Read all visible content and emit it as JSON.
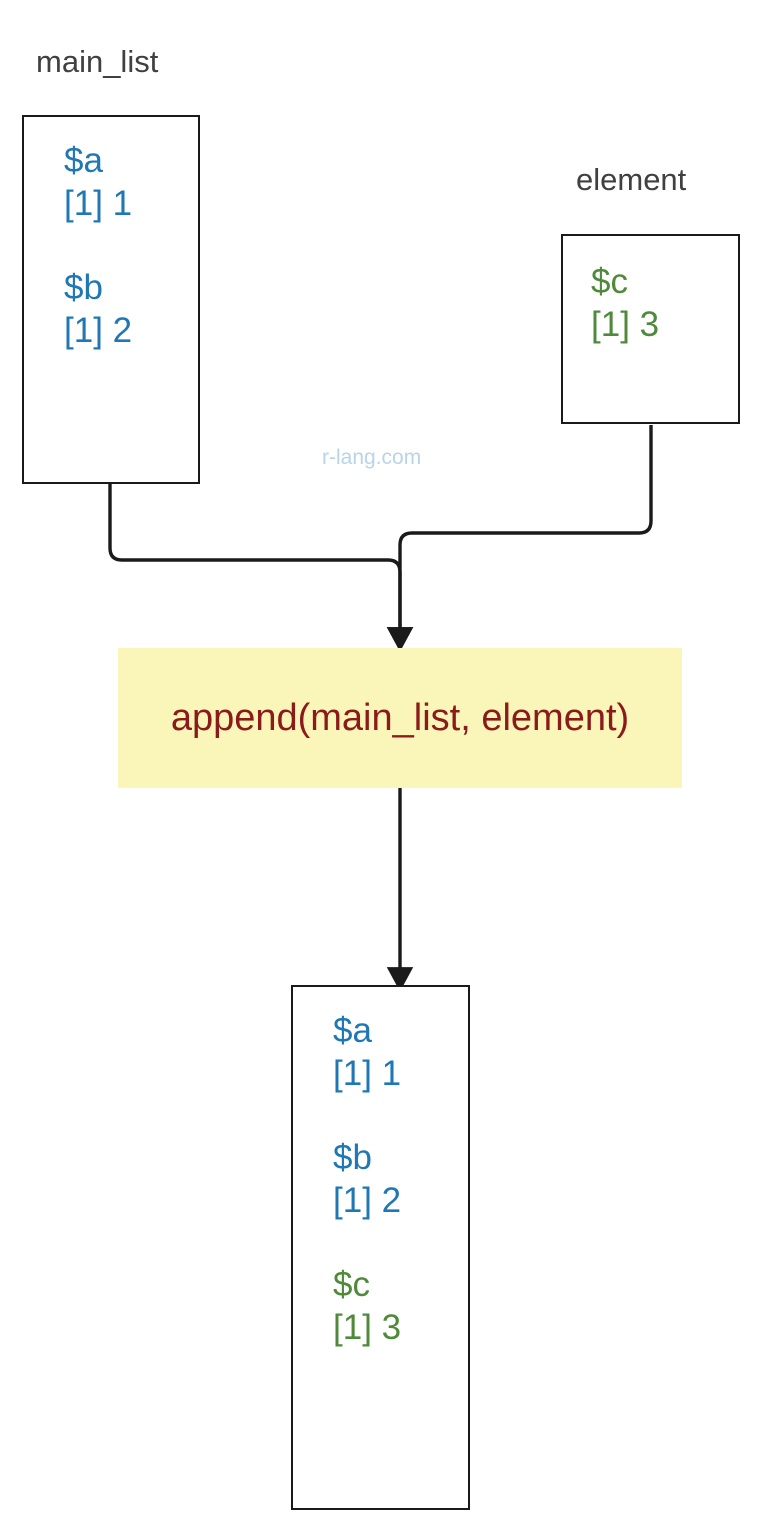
{
  "diagram": {
    "title": "append(main_list, element)",
    "watermark": "r-lang.com",
    "colors": {
      "blue": "#1f77b4",
      "green": "#4f8a3a",
      "function_text": "#8b1a1a",
      "function_fill": "#faf5b9",
      "box_border": "#1a1a1a",
      "caption": "#404040",
      "watermark": "#b9d4ea",
      "connector": "#1a1a1a"
    },
    "captions": {
      "main_list": "main_list",
      "element": "element"
    },
    "boxes": {
      "main_list": {
        "caption": "main_list",
        "entries": [
          {
            "name": "$a",
            "value": "[1] 1",
            "color": "blue"
          },
          {
            "name": "$b",
            "value": "[1] 2",
            "color": "blue"
          }
        ]
      },
      "element": {
        "caption": "element",
        "entries": [
          {
            "name": "$c",
            "value": "[1] 3",
            "color": "green"
          }
        ]
      },
      "result": {
        "caption": "",
        "entries": [
          {
            "name": "$a",
            "value": "[1] 1",
            "color": "blue"
          },
          {
            "name": "$b",
            "value": "[1] 2",
            "color": "blue"
          },
          {
            "name": "$c",
            "value": "[1] 3",
            "color": "green"
          }
        ]
      }
    },
    "function_box": {
      "label": "append(main_list, element)"
    }
  }
}
